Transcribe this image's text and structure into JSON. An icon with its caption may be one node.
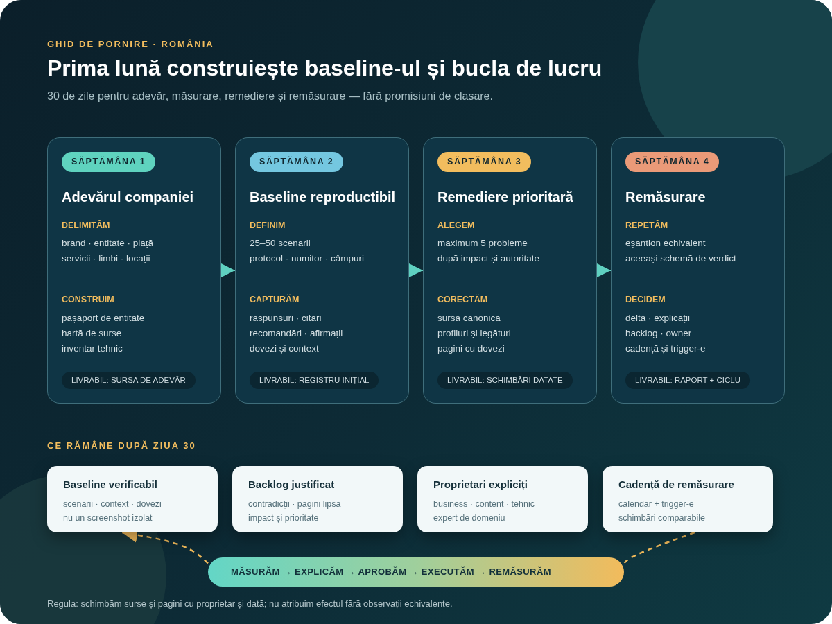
{
  "diagram": {
    "title": "Prima lună construiește baseline-ul și bucla de lucru",
    "nodes": [
      {
        "text": [
          "Adevărul companiei",
          "DELIMITĂM",
          "brand · entitate · piață",
          "servicii · limbi · locații",
          "CONSTRUIM",
          "pașaport de entitate",
          "hartă de surse",
          "inventar tehnic"
        ]
      },
      {
        "text": [
          "SĂPTĂMÂNA 1"
        ],
        "in": 0
      },
      {
        "text": [
          "LIVRABIL: SURSA DE ADEVĂR"
        ],
        "in": 0
      },
      {
        "text": [
          "Baseline reproductibil",
          "DEFINIM",
          "25–50 scenarii",
          "protocol · numitor · câmpuri",
          "CAPTURĂM",
          "răspunsuri · citări",
          "recomandări · afirmații",
          "dovezi și context"
        ]
      },
      {
        "text": [
          "SĂPTĂMÂNA 2"
        ],
        "in": 3
      },
      {
        "text": [
          "LIVRABIL: REGISTRU INIȚIAL"
        ],
        "in": 3
      },
      {
        "text": [
          "Remediere prioritară",
          "ALEGEM",
          "maximum 5 probleme",
          "după impact și autoritate",
          "CORECTĂM",
          "sursa canonică",
          "profiluri și legături",
          "pagini cu dovezi"
        ]
      },
      {
        "text": [
          "SĂPTĂMÂNA 3"
        ],
        "in": 6
      },
      {
        "text": [
          "LIVRABIL: SCHIMBĂRI DATATE"
        ],
        "in": 6
      },
      {
        "text": [
          "Remăsurare",
          "REPETĂM",
          "eșantion echivalent",
          "aceeași schemă de verdict",
          "DECIDEM",
          "delta · explicații",
          "backlog · owner",
          "cadență și trigger-e"
        ]
      },
      {
        "text": [
          "SĂPTĂMÂNA 4"
        ],
        "in": 9
      },
      {
        "text": [
          "LIVRABIL: RAPORT + CICLU"
        ],
        "in": 9
      },
      {
        "text": [
          "Baseline verificabil",
          "scenarii · context · dovezi",
          "nu un screenshot izolat"
        ]
      },
      {
        "text": [
          "Backlog justificat",
          "contradicții · pagini lipsă",
          "impact și prioritate"
        ]
      },
      {
        "text": [
          "Proprietari expliciți",
          "business · content · tehnic",
          "expert de domeniu"
        ]
      },
      {
        "text": [
          "Cadență de remăsurare",
          "calendar + trigger-e",
          "schimbări comparabile"
        ]
      },
      {
        "text": [
          "MĂSURĂM → EXPLICĂM → APROBĂM → EXECUTĂM → REMĂSURĂM"
        ]
      }
    ],
    "edges": [
      {
        "from": 0,
        "to": 3,
        "arrow": "to"
      },
      {
        "from": 3,
        "to": 6,
        "arrow": "to"
      },
      {
        "from": 6,
        "to": 9,
        "arrow": "to"
      },
      {
        "from": 15,
        "to": 16,
        "arrow": "none",
        "style": "dashed",
        "color": "#f0b95a"
      },
      {
        "from": 16,
        "to": 12,
        "arrow": "to",
        "style": "dashed",
        "color": "#f0b95a"
      }
    ],
    "labels": [
      "GHID DE PORNIRE · ROMÂNIA",
      "30 de zile pentru adevăr, măsurare, remediere și remăsurare — fără promisiuni de clasare.",
      "CE RĂMÂNE DUPĂ ZIUA 30",
      "Regula: schimbăm surse și pagini cu proprietar și dată; nu atribuim efectul fără observații echivalente."
    ]
  }
}
